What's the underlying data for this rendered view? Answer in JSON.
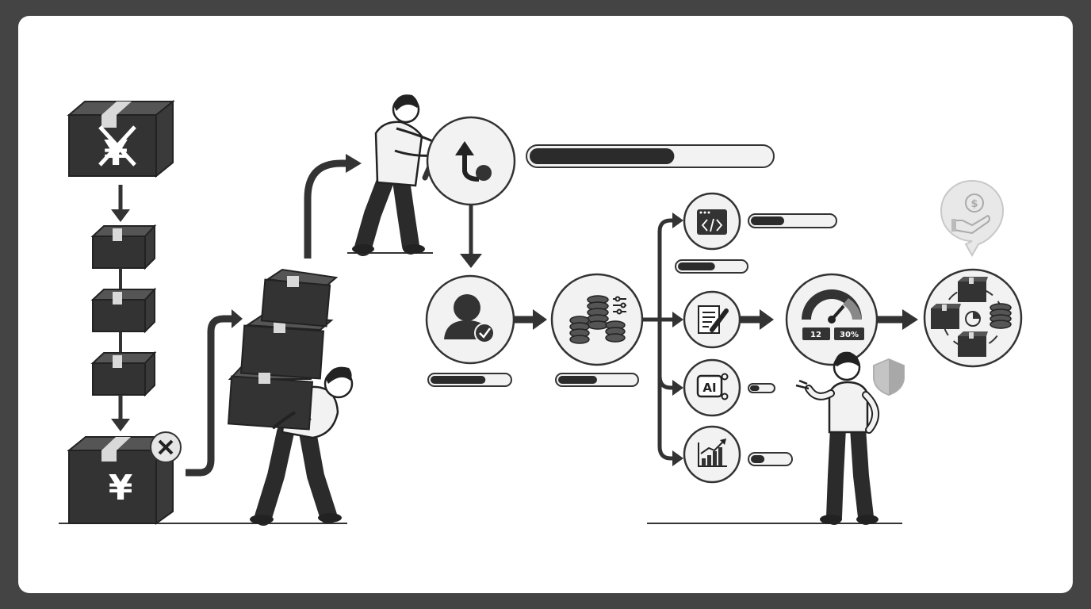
{
  "colors": {
    "background": "#444444",
    "card": "#ffffff",
    "ink": "#2b2b2b",
    "mid": "#555555",
    "light": "#e6e6e6",
    "faded": "#c4c4c4"
  },
  "icons": [
    "box-crossed-yen-icon",
    "down-arrow-icon",
    "small-box-icon",
    "box-yen-icon",
    "close-icon",
    "person-carrying-boxes-icon",
    "person-pushing-lever-icon",
    "undo-circle-icon",
    "user-check-icon",
    "coins-settings-icon",
    "code-window-icon",
    "document-edit-icon",
    "ai-chip-icon",
    "bar-chart-growth-icon",
    "gauge-icon",
    "shield-icon",
    "hand-dollar-icon",
    "boxes-coins-pie-icon",
    "presenting-person-icon"
  ],
  "progress": {
    "top_bar": 0.6,
    "user_bar": 0.7,
    "coins_bar": 0.5,
    "code_bar": 0.4,
    "doc_bar": 0.55,
    "ai_bar": 0.4,
    "chart_bar": 0.35
  },
  "gauge": {
    "left_value": "12",
    "right_value": "30%",
    "ai_label": "AI"
  },
  "currency_symbol": "¥"
}
